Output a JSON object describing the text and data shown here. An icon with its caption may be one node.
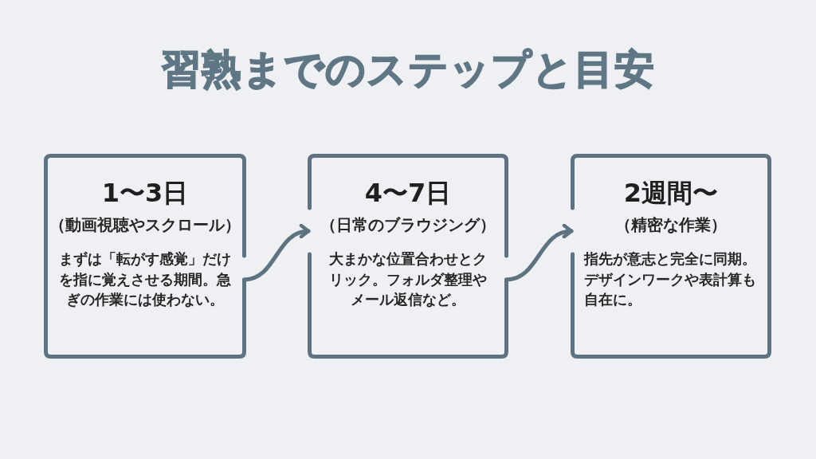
{
  "diagram": {
    "title": "習熟までのステップと目安",
    "nodes": [
      {
        "text": [
          "1〜3日",
          "（動画視聴やスクロール）",
          "まずは「転がす感覚」だけを指に覚えさせる期間。急ぎの作業には使わない。"
        ]
      },
      {
        "text": [
          "4〜7日",
          "（日常のブラウジング）",
          "大まかな位置合わせとクリック。フォルダ整理やメール返信など。"
        ]
      },
      {
        "text": [
          "2週間〜",
          "（精密な作業）",
          "指先が意志と完全に同期。デザインワークや表計算も自在に。"
        ]
      }
    ],
    "edges": [
      {
        "from": 0,
        "to": 1,
        "arrow": "to"
      },
      {
        "from": 1,
        "to": 2,
        "arrow": "to"
      }
    ]
  }
}
